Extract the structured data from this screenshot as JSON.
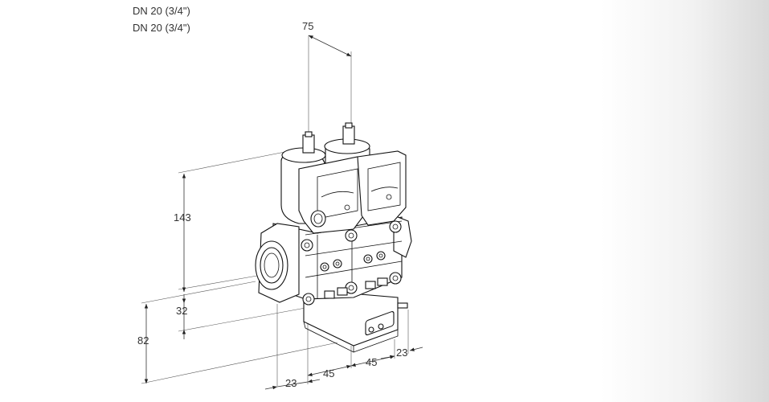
{
  "captions": [
    "DN 20 (3/4\")",
    "DN 20 (3/4\")"
  ],
  "dimensions": {
    "top_spacing": "75",
    "height_total": "143",
    "height_lower": "32",
    "height_side": "82",
    "width_front": "23",
    "width_mid1": "45",
    "width_mid2": "45",
    "width_right": "23"
  }
}
